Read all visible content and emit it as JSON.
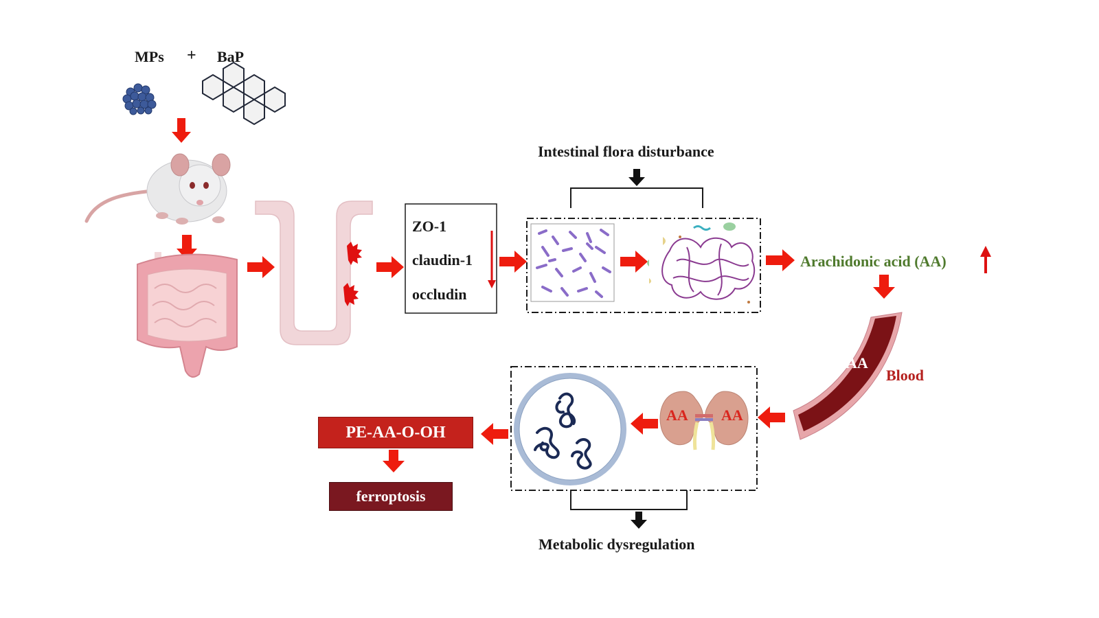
{
  "figure": {
    "inputs": {
      "left": "MPs",
      "operator": "+",
      "right": "BaP"
    },
    "tight_junction_box": {
      "items": [
        "ZO-1",
        "claudin-1",
        "occludin"
      ],
      "trend": "decreased"
    },
    "flora": {
      "title": "Intestinal flora disturbance"
    },
    "metabolite": {
      "label": "Arachidonic acid (AA)",
      "trend": "increased"
    },
    "blood": {
      "label": "Blood",
      "vessel_text": "AA"
    },
    "kidney": {
      "left_text": "AA",
      "right_text": "AA"
    },
    "metabolic": {
      "title": "Metabolic dysregulation"
    },
    "outcome": {
      "intermediate": "PE-AA-O-OH",
      "final": "ferroptosis"
    }
  },
  "colors": {
    "arrow_red": "#ee1c0e",
    "metabolite_green": "#4f7a2d",
    "box_red": "#c4221c",
    "box_dark": "#7a1820",
    "blood_red": "#b5201e",
    "bacteria_purple": "#8a6cc8",
    "plasmid_navy": "#1b2a55",
    "mp_blue": "#3d5a9a"
  }
}
